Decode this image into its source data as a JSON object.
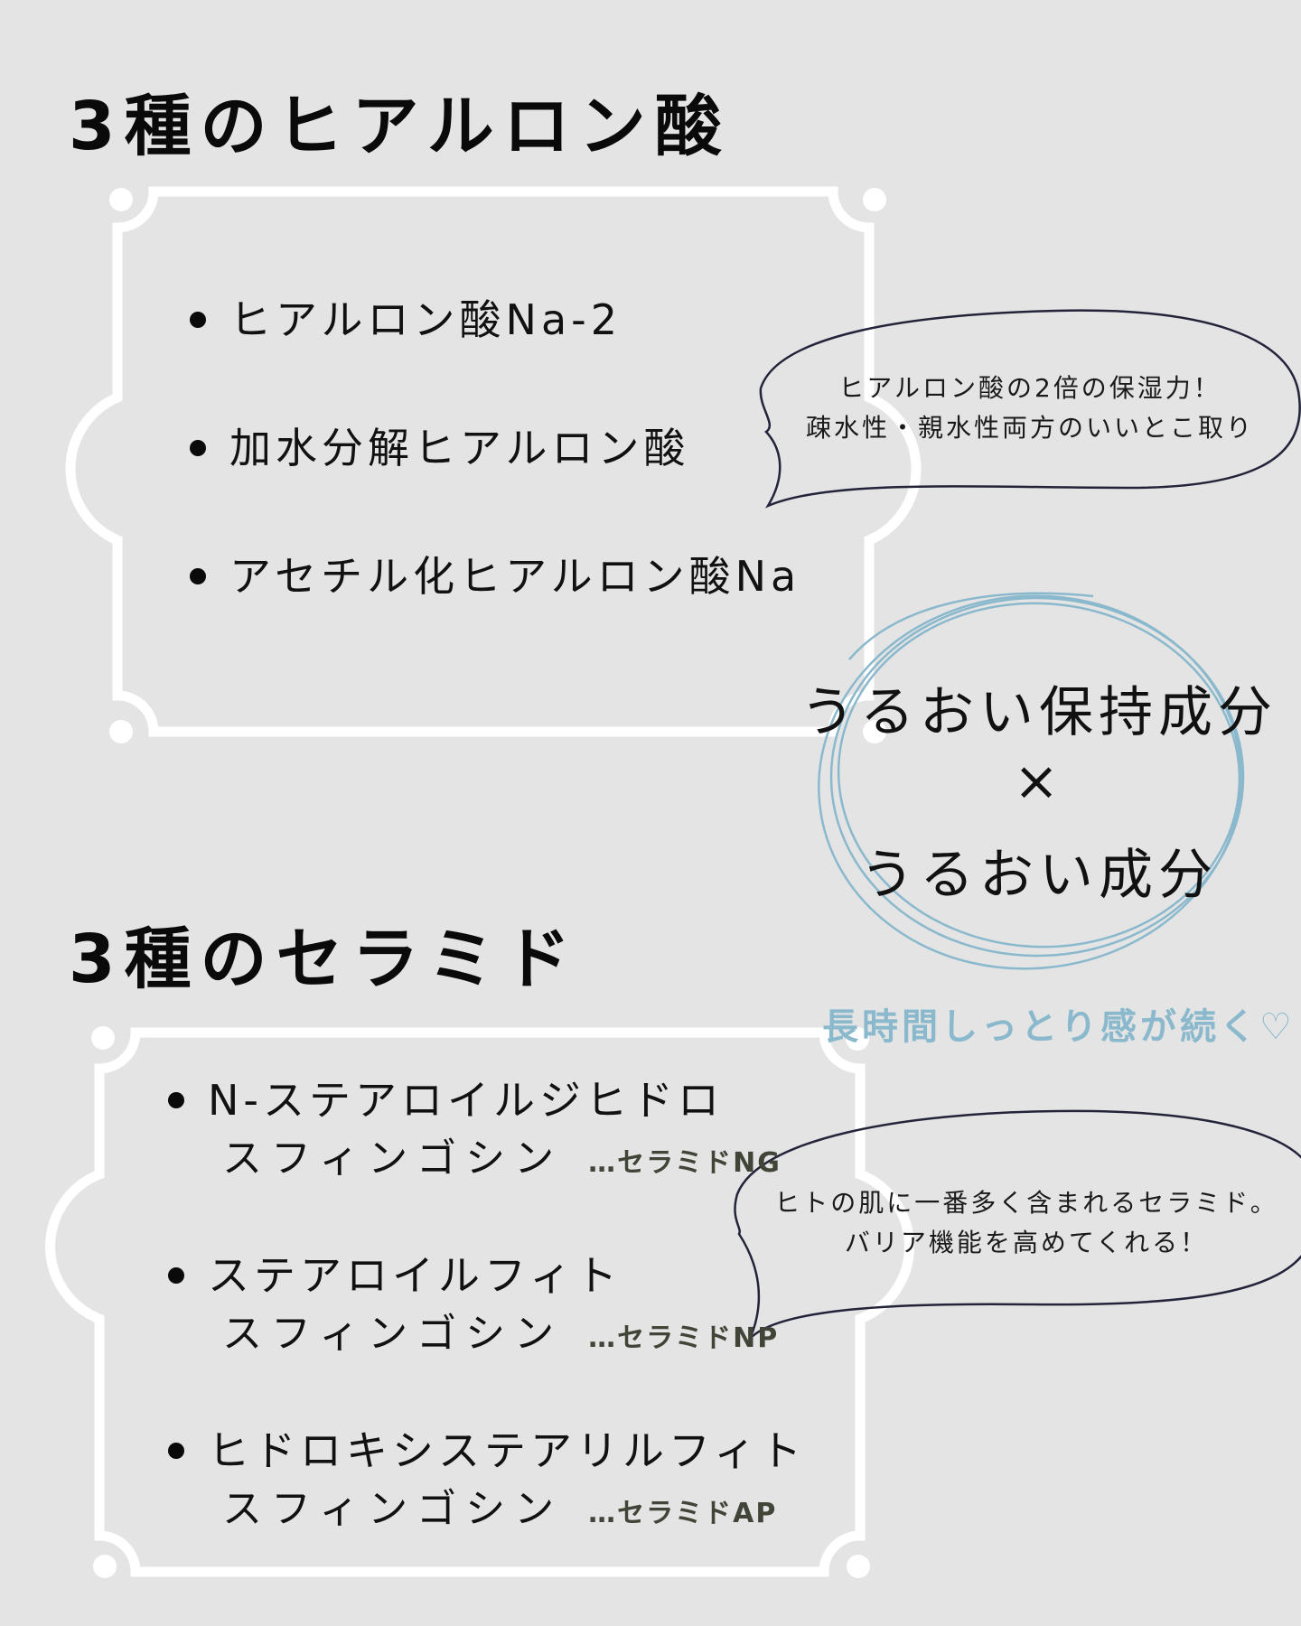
{
  "colors": {
    "background": "#e4e4e4",
    "frame": "#ffffff",
    "text": "#111111",
    "ceramide_tag": "#404538",
    "accent_blue": "#8ab8cc",
    "bubble_stroke": "#23233a"
  },
  "hyaluronic": {
    "heading": "3種のヒアルロン酸",
    "items": [
      {
        "label": "ヒアルロン酸Na-2"
      },
      {
        "label": "加水分解ヒアルロン酸"
      },
      {
        "label": "アセチル化ヒアルロン酸Na"
      }
    ],
    "bubble": {
      "line1": "ヒアルロン酸の2倍の保湿力！",
      "line2": "疎水性・親水性両方のいいとこ取り"
    }
  },
  "center": {
    "line1": "うるおい保持成分",
    "times": "×",
    "line2": "うるおい成分",
    "tagline": "長時間しっとり感が続く",
    "heart_icon": "♡"
  },
  "ceramide": {
    "heading": "3種のセラミド",
    "items": [
      {
        "line1": "N-ステアロイルジヒドロ",
        "line2": "スフィンゴシン",
        "tag": "…セラミドNG"
      },
      {
        "line1": "ステアロイルフィト",
        "line2": "スフィンゴシン",
        "tag": "…セラミドNP"
      },
      {
        "line1": "ヒドロキシステアリルフィト",
        "line2": "スフィンゴシン",
        "tag": "…セラミドAP"
      }
    ],
    "bubble": {
      "line1": "ヒトの肌に一番多く含まれるセラミド。",
      "line2": "バリア機能を高めてくれる！"
    }
  }
}
